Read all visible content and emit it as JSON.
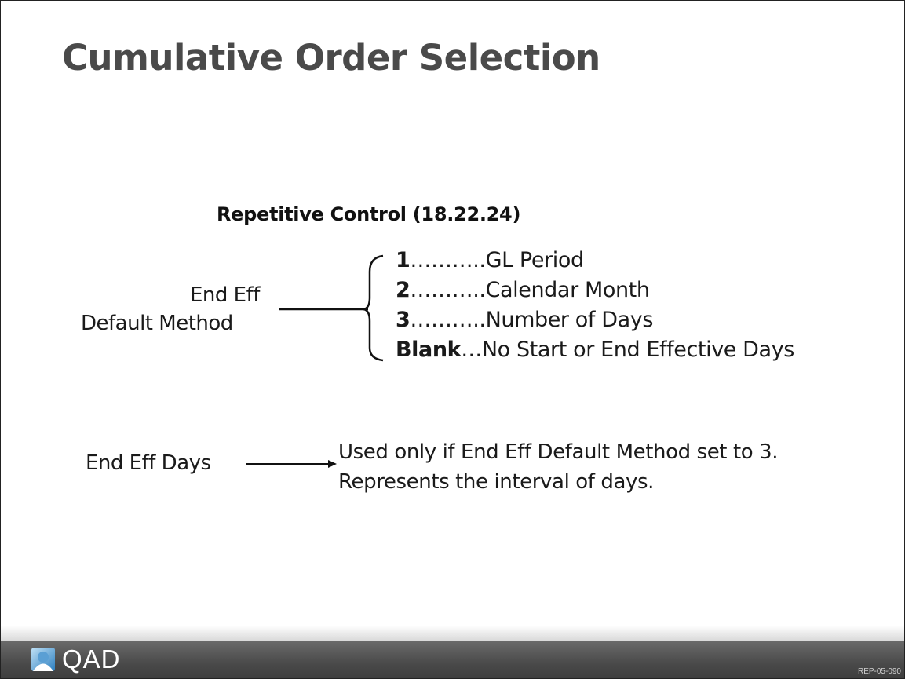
{
  "slide": {
    "title": "Cumulative Order Selection",
    "subtitle": "Repetitive Control (18.22.24)",
    "end_eff_label": "End Eff",
    "default_method_label": "Default Method",
    "options": [
      {
        "key": "1",
        "dots": "………..",
        "text": "GL Period"
      },
      {
        "key": "2",
        "dots": "………..",
        "text": "Calendar Month"
      },
      {
        "key": "3",
        "dots": "………..",
        "text": "Number of Days"
      },
      {
        "key": "Blank",
        "dots": "…",
        "text": "No Start or End Effective Days"
      }
    ],
    "end_eff_days_label": "End Eff Days",
    "usage_line_1": "Used only if End Eff Default Method set to 3.",
    "usage_line_2": "Represents the interval of days."
  },
  "footer": {
    "logo_text": "QAD",
    "slide_code": "REP-05-090"
  },
  "colors": {
    "title": "#4a4a4a",
    "footer_bar": "#4a4a4a",
    "text": "#1a1a1a"
  },
  "icons": {
    "logo": "qad-logo-icon"
  }
}
